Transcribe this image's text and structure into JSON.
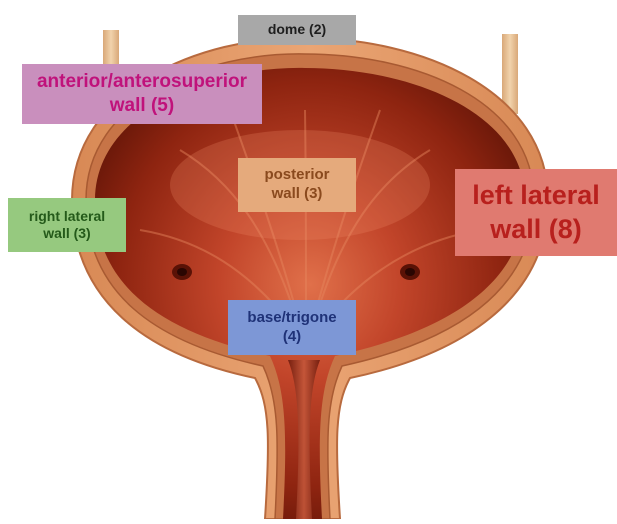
{
  "labels": {
    "dome": {
      "line1": "dome (2)",
      "color": "#a8a8a8"
    },
    "anterior": {
      "line1": "anterior/anterosuperior",
      "line2": "wall (5)",
      "color": "#c98fbd"
    },
    "posterior": {
      "line1": "posterior",
      "line2": "wall (3)",
      "color": "#e5aa7c"
    },
    "right_lateral": {
      "line1": "right lateral",
      "line2": "wall (3)",
      "color": "#96c97f"
    },
    "left_lateral": {
      "line1": "left lateral",
      "line2": "wall (8)",
      "color": "#e07a70"
    },
    "base": {
      "line1": "base/trigone",
      "line2": "(4)",
      "color": "#7d97d6"
    }
  },
  "illustration": {
    "subject": "urinary bladder cross-section",
    "colors": {
      "wall": "#e8a070",
      "lumen": "#9a2a12",
      "ureter": "#e9c49a"
    }
  }
}
